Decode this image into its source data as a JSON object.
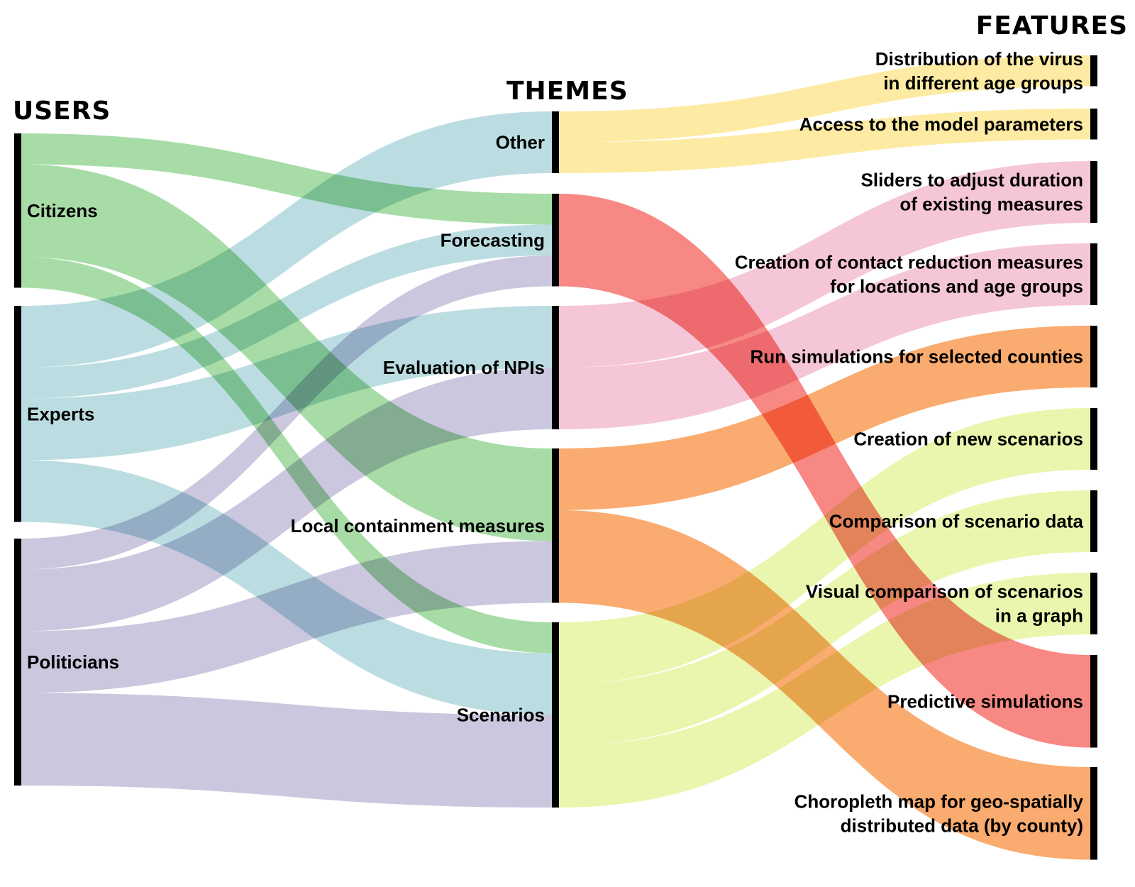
{
  "column_titles": {
    "users": "USERS",
    "themes": "THEMES",
    "features": "FEATURES"
  },
  "users": [
    {
      "id": "citizens",
      "label": "Citizens"
    },
    {
      "id": "experts",
      "label": "Experts"
    },
    {
      "id": "politicians",
      "label": "Politicians"
    }
  ],
  "themes": [
    {
      "id": "other",
      "label": "Other",
      "color": "#fde99a"
    },
    {
      "id": "forecasting",
      "label": "Forecasting",
      "color": "#f67b76"
    },
    {
      "id": "npis",
      "label": "Evaluation of NPIs",
      "color": "#f4c0d3"
    },
    {
      "id": "local",
      "label": "Local containment measures",
      "color": "#faa25f"
    },
    {
      "id": "scenarios",
      "label": "Scenarios",
      "color": "#e8f5a4"
    }
  ],
  "features": [
    {
      "id": "f_age",
      "lines": [
        "Distribution of the virus",
        "in different age groups"
      ]
    },
    {
      "id": "f_params",
      "lines": [
        "Access to the model parameters"
      ]
    },
    {
      "id": "f_sliders",
      "lines": [
        "Sliders to adjust duration",
        "of existing measures"
      ]
    },
    {
      "id": "f_contact",
      "lines": [
        "Creation of contact reduction measures",
        "for locations and age groups"
      ]
    },
    {
      "id": "f_counties",
      "lines": [
        "Run simulations for selected counties"
      ]
    },
    {
      "id": "f_newscen",
      "lines": [
        "Creation of new scenarios"
      ]
    },
    {
      "id": "f_compdata",
      "lines": [
        "Comparison of scenario data"
      ]
    },
    {
      "id": "f_visual",
      "lines": [
        "Visual comparison of scenarios",
        "in a graph"
      ]
    },
    {
      "id": "f_predict",
      "lines": [
        "Predictive simulations"
      ]
    },
    {
      "id": "f_choro",
      "lines": [
        "Choropleth map for geo-spatially",
        "distributed data (by county)"
      ]
    }
  ],
  "user_colors": {
    "citizens": "#9dd89c",
    "experts": "#b4d9de",
    "politicians": "#c4c1da"
  },
  "user_theme_flows": [
    {
      "from": "citizens",
      "to": "forecasting",
      "value": 1
    },
    {
      "from": "citizens",
      "to": "local",
      "value": 3
    },
    {
      "from": "citizens",
      "to": "scenarios",
      "value": 1
    },
    {
      "from": "experts",
      "to": "other",
      "value": 2
    },
    {
      "from": "experts",
      "to": "forecasting",
      "value": 1
    },
    {
      "from": "experts",
      "to": "npis",
      "value": 2
    },
    {
      "from": "experts",
      "to": "scenarios",
      "value": 2
    },
    {
      "from": "politicians",
      "to": "forecasting",
      "value": 1
    },
    {
      "from": "politicians",
      "to": "npis",
      "value": 2
    },
    {
      "from": "politicians",
      "to": "local",
      "value": 2
    },
    {
      "from": "politicians",
      "to": "scenarios",
      "value": 3
    }
  ],
  "theme_feature_flows": [
    {
      "from": "other",
      "to": "f_age",
      "value": 1
    },
    {
      "from": "other",
      "to": "f_params",
      "value": 1
    },
    {
      "from": "forecasting",
      "to": "f_predict",
      "value": 3
    },
    {
      "from": "npis",
      "to": "f_sliders",
      "value": 2
    },
    {
      "from": "npis",
      "to": "f_contact",
      "value": 2
    },
    {
      "from": "local",
      "to": "f_counties",
      "value": 2
    },
    {
      "from": "local",
      "to": "f_choro",
      "value": 3
    },
    {
      "from": "scenarios",
      "to": "f_newscen",
      "value": 2
    },
    {
      "from": "scenarios",
      "to": "f_compdata",
      "value": 2
    },
    {
      "from": "scenarios",
      "to": "f_visual",
      "value": 2
    }
  ]
}
